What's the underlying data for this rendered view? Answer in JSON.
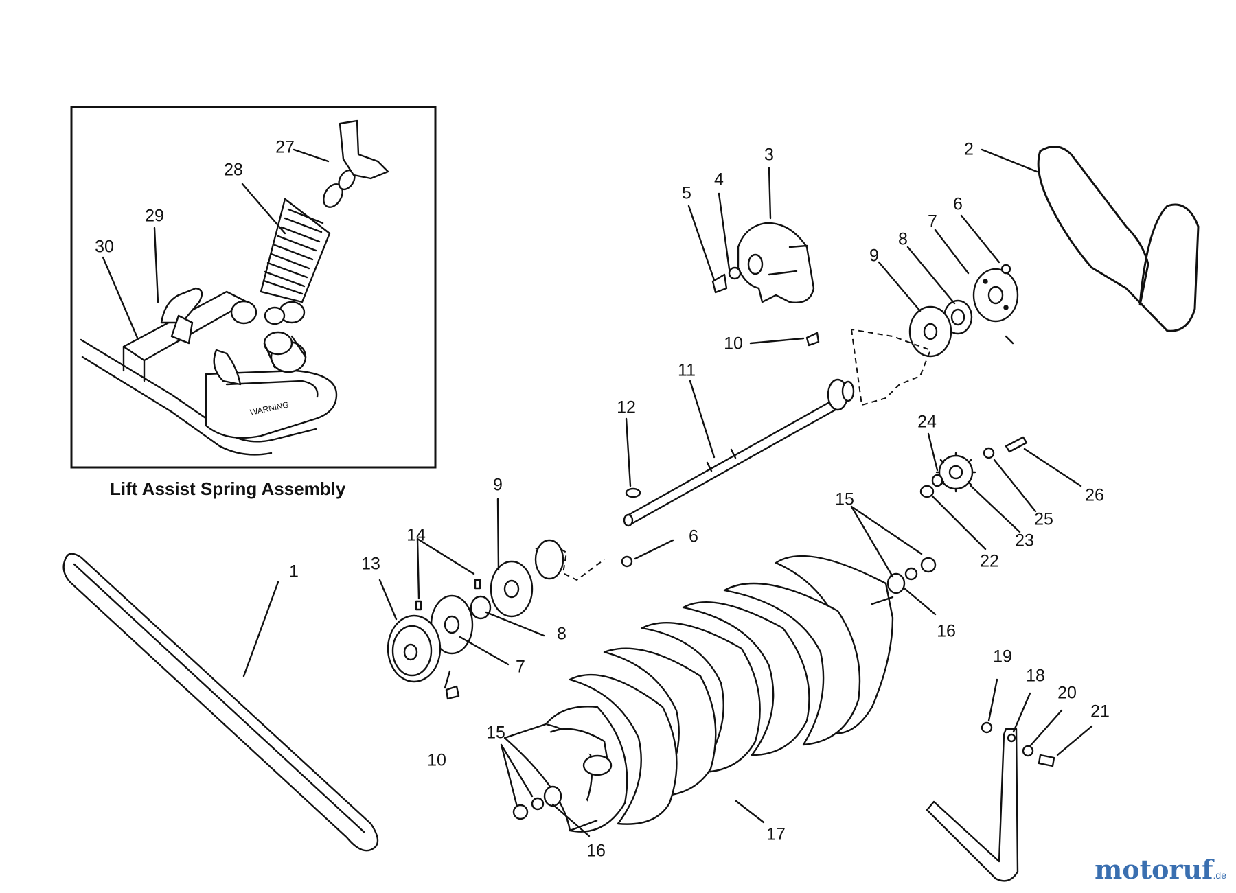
{
  "inset": {
    "caption": "Lift Assist Spring Assembly"
  },
  "callouts": [
    {
      "id": "c27",
      "text": "27"
    },
    {
      "id": "c28",
      "text": "28"
    },
    {
      "id": "c29",
      "text": "29"
    },
    {
      "id": "c30",
      "text": "30"
    },
    {
      "id": "c3",
      "text": "3"
    },
    {
      "id": "c4",
      "text": "4"
    },
    {
      "id": "c5",
      "text": "5"
    },
    {
      "id": "c2",
      "text": "2"
    },
    {
      "id": "c6a",
      "text": "6"
    },
    {
      "id": "c7a",
      "text": "7"
    },
    {
      "id": "c8a",
      "text": "8"
    },
    {
      "id": "c9a",
      "text": "9"
    },
    {
      "id": "c10a",
      "text": "10"
    },
    {
      "id": "c11",
      "text": "11"
    },
    {
      "id": "c12",
      "text": "12"
    },
    {
      "id": "c24",
      "text": "24"
    },
    {
      "id": "c26",
      "text": "26"
    },
    {
      "id": "c25",
      "text": "25"
    },
    {
      "id": "c23",
      "text": "23"
    },
    {
      "id": "c22",
      "text": "22"
    },
    {
      "id": "c15a",
      "text": "15"
    },
    {
      "id": "c16a",
      "text": "16"
    },
    {
      "id": "c9b",
      "text": "9"
    },
    {
      "id": "c14",
      "text": "14"
    },
    {
      "id": "c13",
      "text": "13"
    },
    {
      "id": "c6b",
      "text": "6"
    },
    {
      "id": "c8b",
      "text": "8"
    },
    {
      "id": "c7b",
      "text": "7"
    },
    {
      "id": "c10b",
      "text": "10"
    },
    {
      "id": "c1",
      "text": "1"
    },
    {
      "id": "c15b",
      "text": "15"
    },
    {
      "id": "c16b",
      "text": "16"
    },
    {
      "id": "c17",
      "text": "17"
    },
    {
      "id": "c19",
      "text": "19"
    },
    {
      "id": "c18",
      "text": "18"
    },
    {
      "id": "c20",
      "text": "20"
    },
    {
      "id": "c21",
      "text": "21"
    }
  ],
  "watermark": {
    "brand": "motoruf",
    "tld": ".de"
  }
}
